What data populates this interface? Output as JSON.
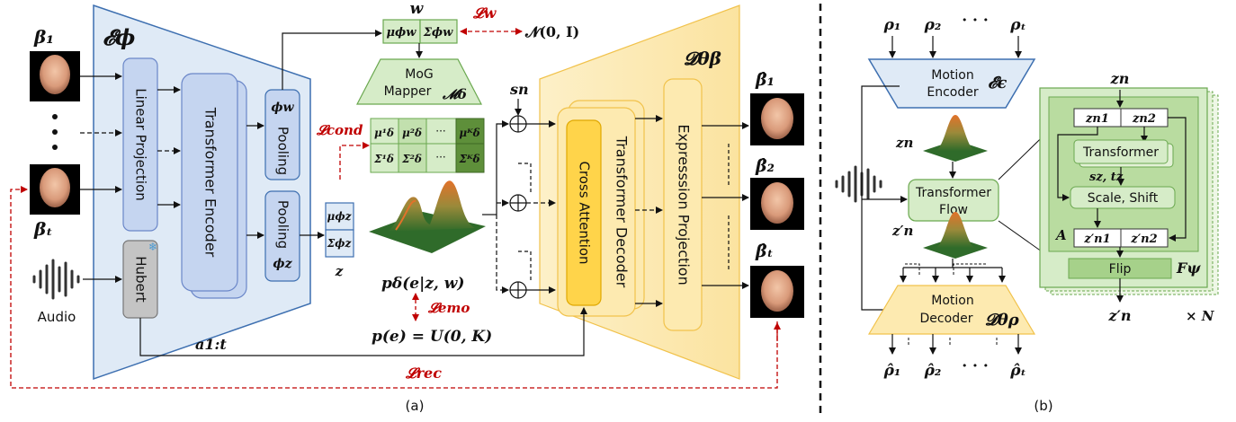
{
  "panel_a": {
    "caption": "(a)",
    "inputs": {
      "beta_1": "β₁",
      "beta_t": "βₜ",
      "audio_label": "Audio"
    },
    "encoder": {
      "symbol": "𝓔ϕ",
      "linear_projection": "Linear Projection",
      "transformer_encoder": "Transformer Encoder",
      "hubert": "Hubert",
      "pooling_w_top": "ϕw",
      "pooling_w_bottom": "Pooling",
      "pooling_z_top": "Pooling",
      "pooling_z_bottom": "ϕz",
      "a_seq": "a1:t"
    },
    "latent_w": {
      "label": "w",
      "mu": "μϕw",
      "sigma": "Σϕw",
      "normal": "𝓝(0, I)",
      "loss_w": "𝓛w"
    },
    "latent_z": {
      "mu": "μϕz",
      "sigma": "Σϕz",
      "label": "z"
    },
    "mog": {
      "line1": "MoG",
      "line2": "Mapper",
      "symbol": "𝓜δ",
      "mu_cells": [
        "μ¹δ",
        "μ²δ",
        "···",
        "μᴷδ"
      ],
      "sigma_cells": [
        "Σ¹δ",
        "Σ²δ",
        "···",
        "Σᴷδ"
      ]
    },
    "losses": {
      "cond": "𝓛cond",
      "emo": "𝓛emo",
      "rec": "𝓛rec"
    },
    "p_delta": "pδ(e|z, w)",
    "prior": "p(e) = U(0, K)",
    "s_n": "sn",
    "decoder": {
      "symbol": "𝓓θβ",
      "cross_attention": "Cross Attention",
      "transformer_decoder": "Transformer Decoder",
      "expression_projection": "Expresssion Projection"
    },
    "outputs": {
      "beta_hat_1": "β̂₁",
      "beta_hat_2": "β̂₂",
      "beta_hat_t": "β̂ₜ"
    }
  },
  "panel_b": {
    "caption": "(b)",
    "rho_inputs": [
      "ρ₁",
      "ρ₂",
      "· · ·",
      "ρₜ"
    ],
    "motion_encoder": {
      "line1": "Motion",
      "line2": "Encoder",
      "symbol": "𝓔ϵ"
    },
    "z_n": "zn",
    "z_n_prime": "z′n",
    "transformer_flow": {
      "line1": "Transformer",
      "line2": "Flow"
    },
    "motion_decoder": {
      "line1": "Motion",
      "line2": "Decoder",
      "symbol": "𝓓θρ"
    },
    "rho_outputs": [
      "ρ̂₁",
      "ρ̂₂",
      "· · ·",
      "ρ̂ₜ"
    ],
    "flow_block": {
      "z_n_top": "zn",
      "split": [
        "zn1",
        "zn2"
      ],
      "transformer": "Transformer",
      "s_t": "sz, tz",
      "scale_shift": "Scale, Shift",
      "A": "A",
      "merge": [
        "z′n1",
        "z′n2"
      ],
      "flip": "Flip",
      "F_psi": "Fψ",
      "z_n_prime_out": "z′n",
      "times_n": "× N"
    }
  },
  "colors": {
    "encoder_fill": "#dce8f5",
    "encoder_stroke": "#3d6fb0",
    "box_blue": "#c5d5f0",
    "box_blue_stroke": "#6a86c8",
    "green_light": "#d6ecc8",
    "green_stroke": "#6aa84f",
    "green_dark": "#5e8f3a",
    "decoder_fill": "#fdeab0",
    "cross_attention": "#ffd44a",
    "loss_red": "#c00000",
    "hubert_gray": "#c4c4c4"
  }
}
